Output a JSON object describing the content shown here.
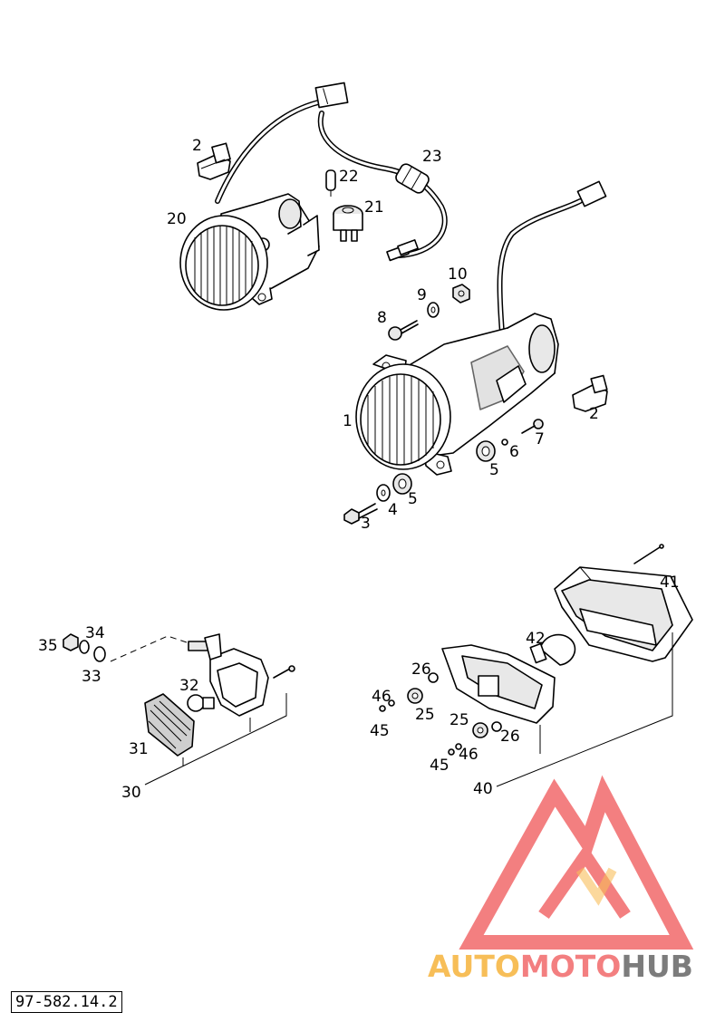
{
  "reference_code": "97-582.14.2",
  "watermark": {
    "part1": "AUTO",
    "part2": "MOTO",
    "part3": "HUB",
    "color_light": "#f6b33c",
    "color_red": "#f1696b",
    "color_dark": "#666666"
  },
  "callouts": {
    "c1": "1",
    "c2a": "2",
    "c2b": "2",
    "c3": "3",
    "c4": "4",
    "c5a": "5",
    "c5b": "5",
    "c6": "6",
    "c7": "7",
    "c8": "8",
    "c9": "9",
    "c10": "10",
    "c20": "20",
    "c21": "21",
    "c22": "22",
    "c23": "23",
    "c25a": "25",
    "c25b": "25",
    "c26a": "26",
    "c26b": "26",
    "c30": "30",
    "c31": "31",
    "c32": "32",
    "c33": "33",
    "c34": "34",
    "c35": "35",
    "c40": "40",
    "c41": "41",
    "c42": "42",
    "c45a": "45",
    "c45b": "45",
    "c46a": "46",
    "c46b": "46"
  }
}
